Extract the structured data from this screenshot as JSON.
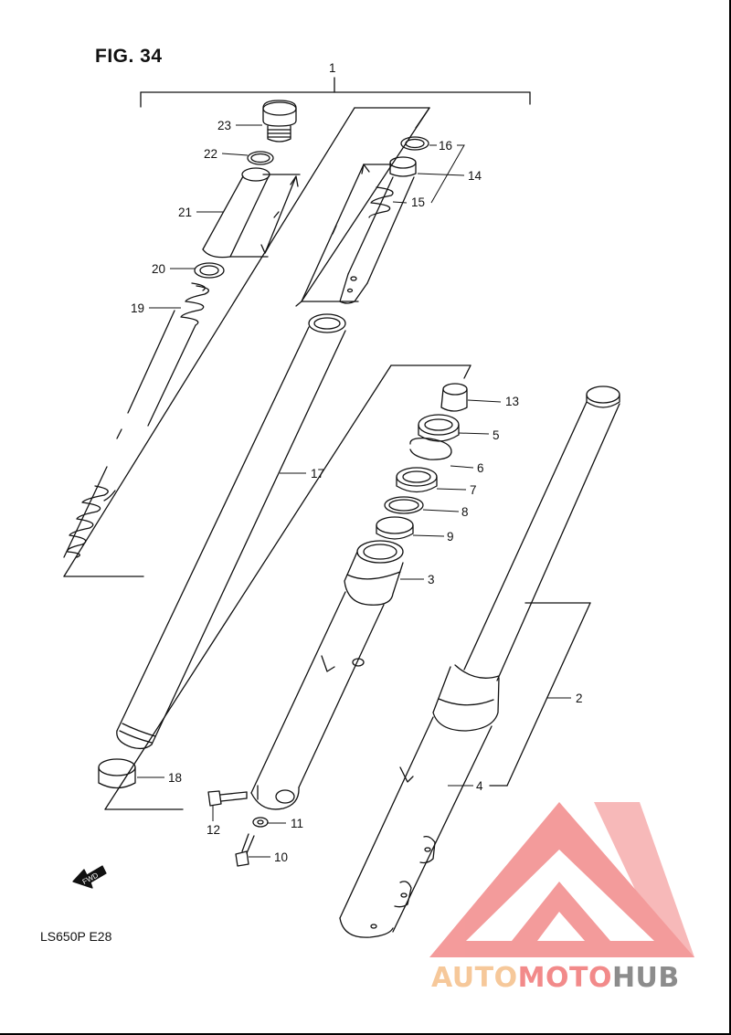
{
  "figure": {
    "title": "FIG. 34",
    "model_code": "LS650P  E28"
  },
  "fwd_label": "FWD",
  "watermark": {
    "part1": "AUTO",
    "part2": "MOTO",
    "part3": "HUB",
    "colors": {
      "auto": "#f6c89a",
      "moto": "#f28a8a",
      "hub": "#8c8c8c",
      "logo": "#f28a8a"
    }
  },
  "callouts": [
    {
      "id": "1",
      "text": "1"
    },
    {
      "id": "2",
      "text": "2"
    },
    {
      "id": "3",
      "text": "3"
    },
    {
      "id": "4",
      "text": "4"
    },
    {
      "id": "5",
      "text": "5"
    },
    {
      "id": "6",
      "text": "6"
    },
    {
      "id": "7",
      "text": "7"
    },
    {
      "id": "8",
      "text": "8"
    },
    {
      "id": "9",
      "text": "9"
    },
    {
      "id": "10",
      "text": "10"
    },
    {
      "id": "11",
      "text": "11"
    },
    {
      "id": "12",
      "text": "12"
    },
    {
      "id": "13",
      "text": "13"
    },
    {
      "id": "14",
      "text": "14"
    },
    {
      "id": "15",
      "text": "15"
    },
    {
      "id": "16",
      "text": "16"
    },
    {
      "id": "17",
      "text": "17"
    },
    {
      "id": "18",
      "text": "18"
    },
    {
      "id": "19",
      "text": "19"
    },
    {
      "id": "20",
      "text": "20"
    },
    {
      "id": "21",
      "text": "21"
    },
    {
      "id": "22",
      "text": "22"
    },
    {
      "id": "23",
      "text": "23"
    }
  ]
}
